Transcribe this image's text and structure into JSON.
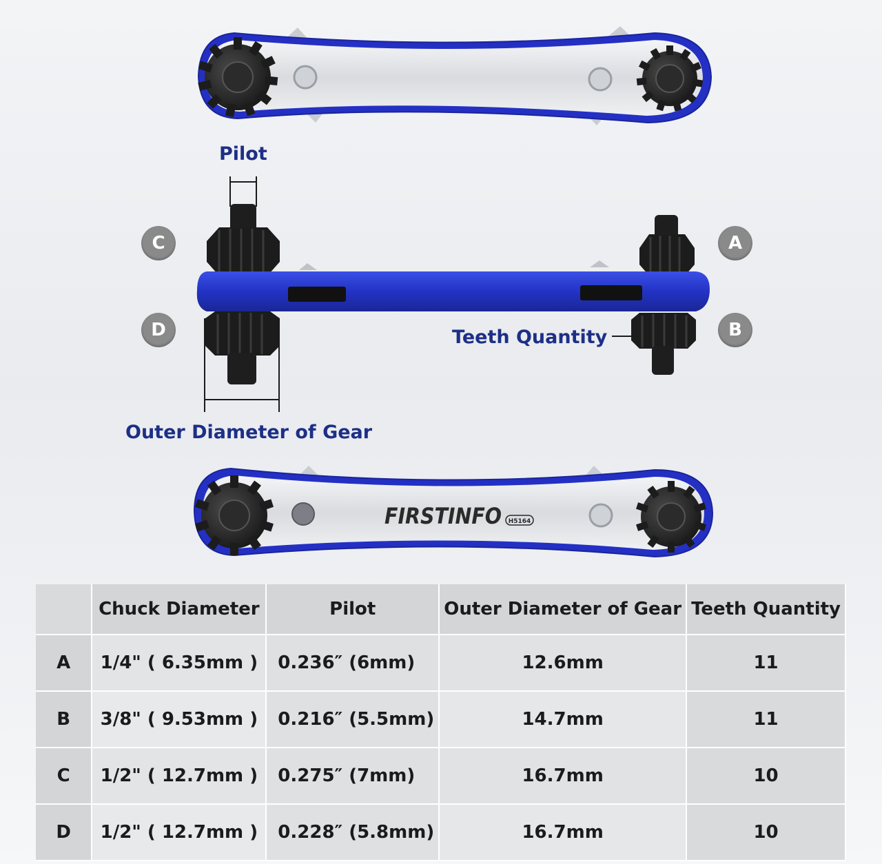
{
  "callouts": {
    "pilot": "Pilot",
    "teeth_quantity": "Teeth Quantity",
    "outer_diameter": "Outer Diameter of Gear"
  },
  "badges": {
    "a": "A",
    "b": "B",
    "c": "C",
    "d": "D"
  },
  "brand": {
    "logo_text": "FIRSTINFO",
    "model": "H5164"
  },
  "colors": {
    "label_blue": "#1d2f86",
    "tool_blue": "#2232c8",
    "badge_gray": "#8a8a8a"
  },
  "table": {
    "headers": [
      "",
      "Chuck Diameter",
      "Pilot",
      "Outer Diameter of Gear",
      "Teeth Quantity"
    ],
    "rows": [
      {
        "label": "A",
        "chuck": "1/4\" ( 6.35mm )",
        "pilot": "0.236″ (6mm)",
        "outer": "12.6mm",
        "teeth": "11"
      },
      {
        "label": "B",
        "chuck": "3/8\" ( 9.53mm )",
        "pilot": "0.216″ (5.5mm)",
        "outer": "14.7mm",
        "teeth": "11"
      },
      {
        "label": "C",
        "chuck": "1/2\" ( 12.7mm )",
        "pilot": "0.275″ (7mm)",
        "outer": "16.7mm",
        "teeth": "10"
      },
      {
        "label": "D",
        "chuck": "1/2\" ( 12.7mm )",
        "pilot": "0.228″ (5.8mm)",
        "outer": "16.7mm",
        "teeth": "10"
      }
    ]
  }
}
